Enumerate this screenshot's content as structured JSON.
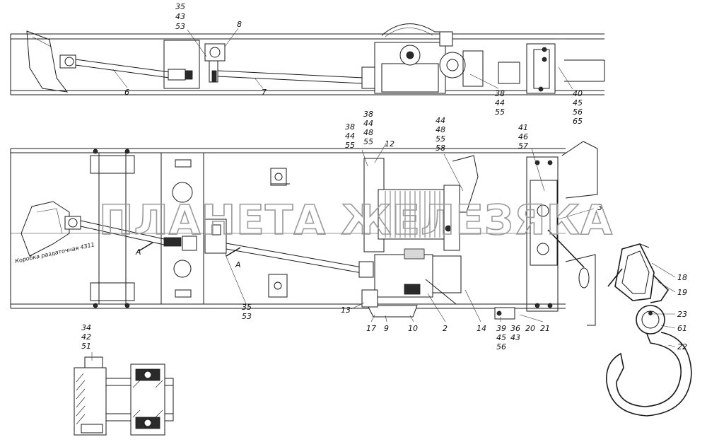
{
  "watermark": "ПЛАНЕТА ЖЕЛЕЗЯКА",
  "note": "Коробка раздаточная 4311",
  "section_mark": "А",
  "top_view": {
    "callouts": [
      {
        "id": "c-35-43-53",
        "lines": [
          "35",
          "43",
          "53"
        ]
      },
      {
        "id": "c-8",
        "lines": [
          "8"
        ]
      },
      {
        "id": "c-6",
        "lines": [
          "6"
        ]
      },
      {
        "id": "c-7",
        "lines": [
          "7"
        ]
      },
      {
        "id": "c-38-44-55-top",
        "lines": [
          "38",
          "44",
          "55"
        ]
      },
      {
        "id": "c-40-45-56-65",
        "lines": [
          "40",
          "45",
          "56",
          "65"
        ]
      }
    ]
  },
  "plan_view": {
    "callouts": [
      {
        "id": "c-38-44-55-left",
        "lines": [
          "38",
          "44",
          "55"
        ]
      },
      {
        "id": "c-38-44-48-55",
        "lines": [
          "38",
          "44",
          "48",
          "55"
        ]
      },
      {
        "id": "c-12",
        "lines": [
          "12"
        ]
      },
      {
        "id": "c-44-48-55-58",
        "lines": [
          "44",
          "48",
          "55",
          "58"
        ]
      },
      {
        "id": "c-41-46-57",
        "lines": [
          "41",
          "46",
          "57"
        ]
      },
      {
        "id": "c-3",
        "lines": [
          "3"
        ]
      },
      {
        "id": "c-35-53",
        "lines": [
          "35",
          "53"
        ]
      },
      {
        "id": "c-13",
        "lines": [
          "13"
        ]
      },
      {
        "id": "c-17",
        "lines": [
          "17"
        ]
      },
      {
        "id": "c-9",
        "lines": [
          "9"
        ]
      },
      {
        "id": "c-10",
        "lines": [
          "10"
        ]
      },
      {
        "id": "c-2",
        "lines": [
          "2"
        ]
      },
      {
        "id": "c-14",
        "lines": [
          "14"
        ]
      },
      {
        "id": "c-39-45-56",
        "lines": [
          "39",
          "45",
          "56"
        ]
      },
      {
        "id": "c-36-43",
        "lines": [
          "36",
          "43"
        ]
      },
      {
        "id": "c-20",
        "lines": [
          "20"
        ]
      },
      {
        "id": "c-21",
        "lines": [
          "21"
        ]
      }
    ]
  },
  "hook_view": {
    "callouts": [
      {
        "id": "c-18",
        "lines": [
          "18"
        ]
      },
      {
        "id": "c-19",
        "lines": [
          "19"
        ]
      },
      {
        "id": "c-23",
        "lines": [
          "23"
        ]
      },
      {
        "id": "c-61",
        "lines": [
          "61"
        ]
      },
      {
        "id": "c-22",
        "lines": [
          "22"
        ]
      }
    ]
  },
  "section_view": {
    "callouts": [
      {
        "id": "c-34-42-51",
        "lines": [
          "34",
          "42",
          "51"
        ]
      }
    ]
  }
}
